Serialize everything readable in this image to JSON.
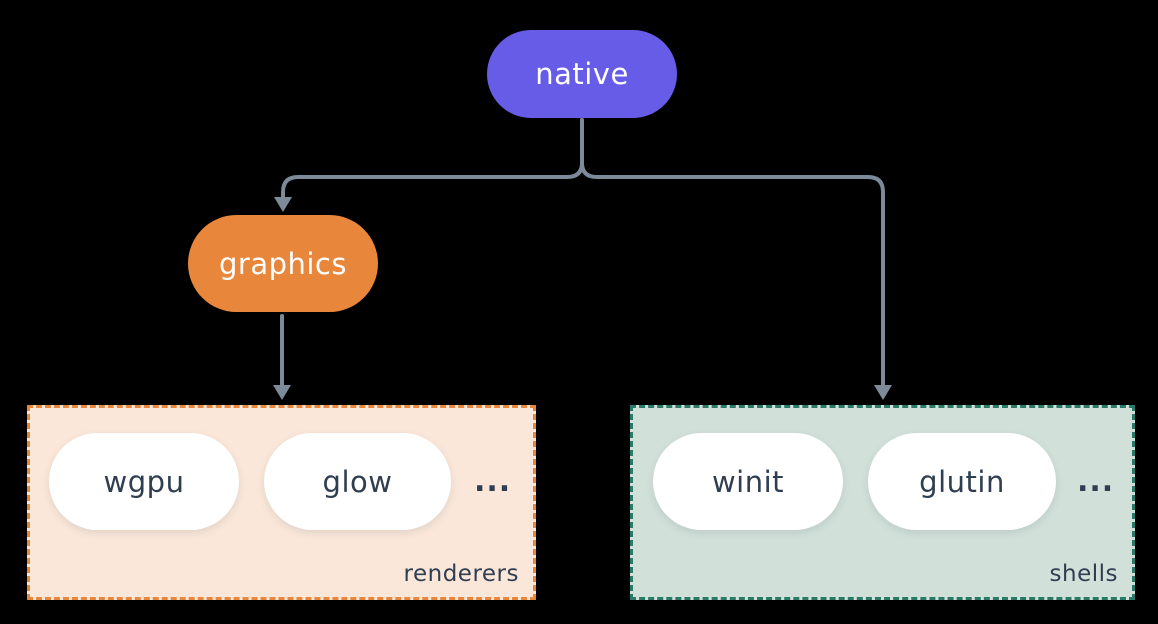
{
  "nodes": {
    "native": {
      "label": "native",
      "fill": "#665CE8",
      "text_color": "#FFFFFF"
    },
    "graphics": {
      "label": "graphics",
      "fill": "#E8863C",
      "text_color": "#FFFFFF"
    }
  },
  "groups": {
    "renderers": {
      "label": "renderers",
      "fill": "#FAE7D9",
      "border": "#E8863C",
      "items": [
        "wgpu",
        "glow"
      ],
      "ellipsis": "..."
    },
    "shells": {
      "label": "shells",
      "fill": "#D2E0DA",
      "border": "#2B7A68",
      "items": [
        "winit",
        "glutin"
      ],
      "ellipsis": "..."
    }
  },
  "edges": [
    {
      "from": "native",
      "to": "graphics"
    },
    {
      "from": "native",
      "to": "shells"
    },
    {
      "from": "graphics",
      "to": "renderers"
    }
  ],
  "colors": {
    "background": "#000000",
    "connector": "#7D8A99",
    "pill_fill": "#FFFFFF",
    "dark_text": "#2F3E50"
  }
}
